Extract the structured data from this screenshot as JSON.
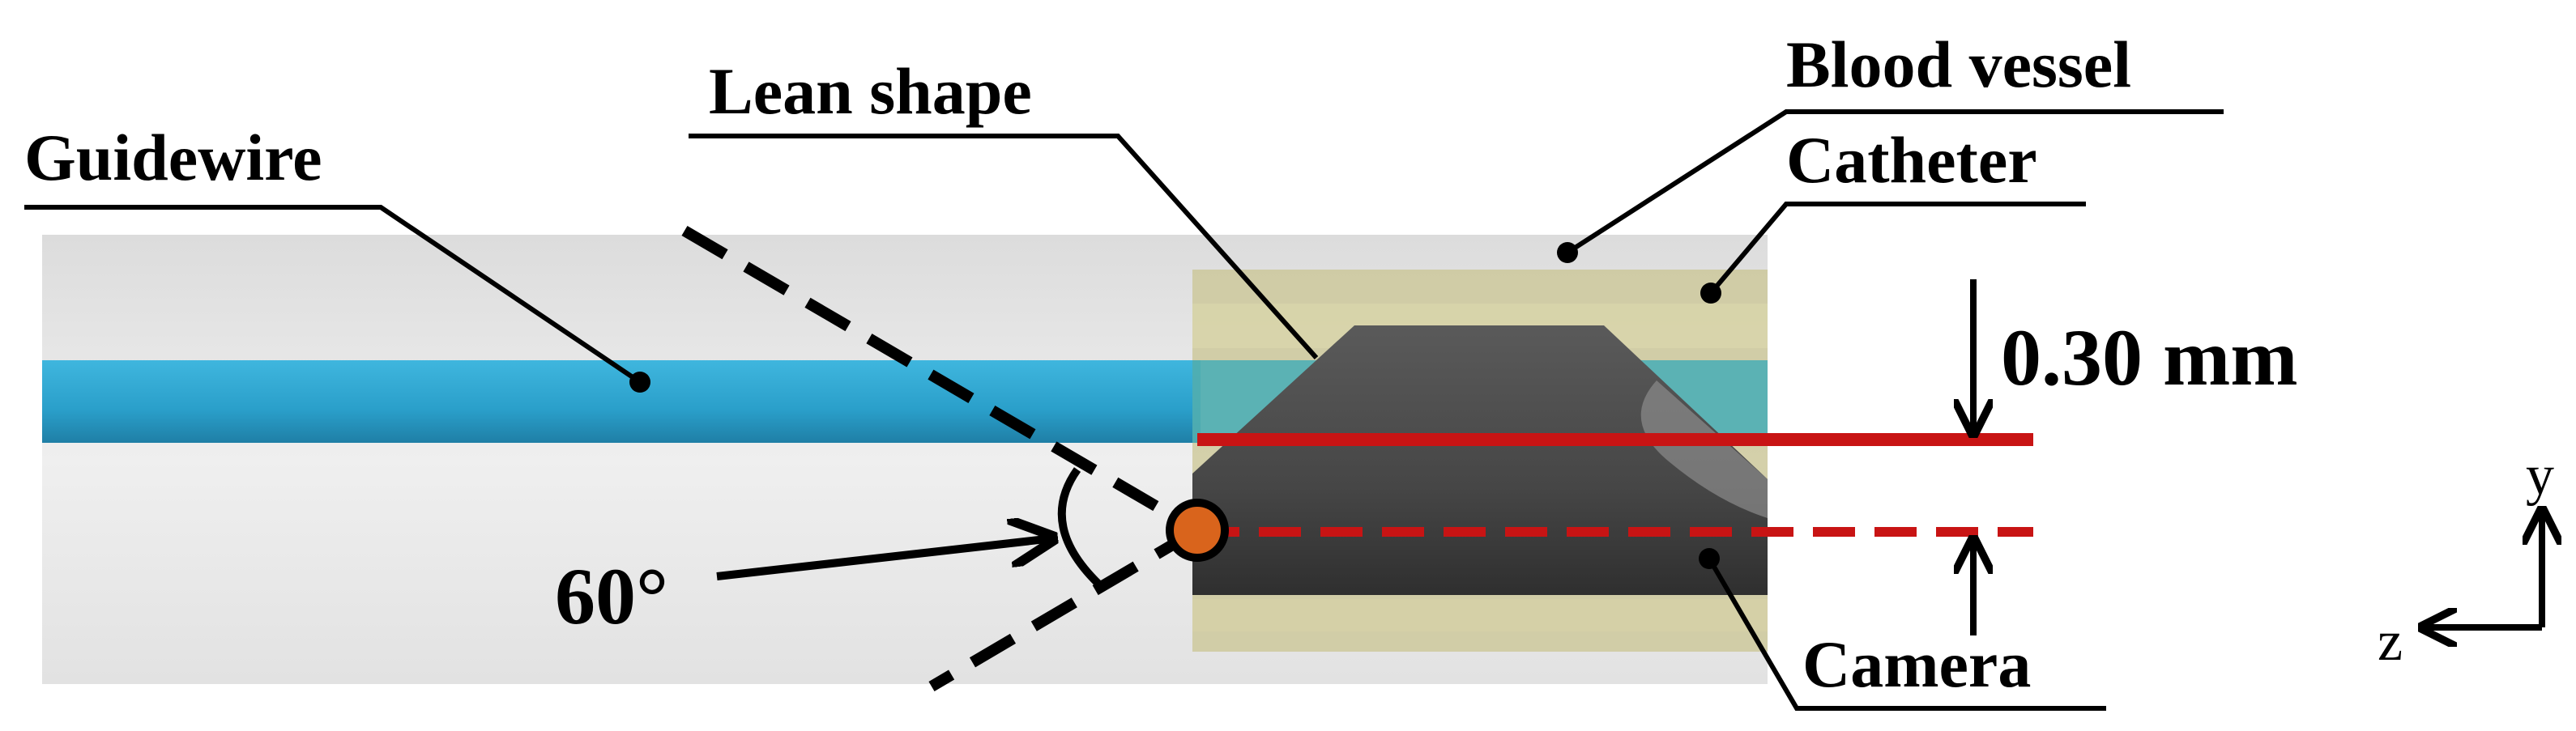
{
  "labels": {
    "guidewire": "Guidewire",
    "lean_shape": "Lean shape",
    "blood_vessel": "Blood vessel",
    "catheter": "Catheter",
    "camera": "Camera",
    "angle": "60°",
    "offset": "0.30 mm",
    "axis_y": "y",
    "axis_z": "z"
  },
  "colors": {
    "vessel": "#e6e6e6",
    "guidewire": "#2aa5cf",
    "catheter": "#c9c48f",
    "shape": "#4a4a4a",
    "red_line": "#c81414",
    "camera_dot": "#d9641c"
  }
}
